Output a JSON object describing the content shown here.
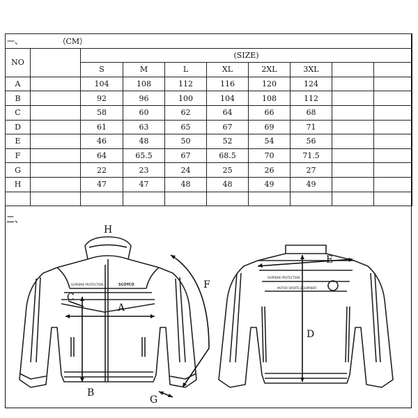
{
  "section1": {
    "number": "一、",
    "unit": "（CM）"
  },
  "table": {
    "no_header": "NO",
    "size_header": "(SIZE)",
    "sizes": [
      "S",
      "M",
      "L",
      "XL",
      "2XL",
      "3XL"
    ],
    "rows": [
      {
        "label": "A",
        "values": [
          "104",
          "108",
          "112",
          "116",
          "120",
          "124"
        ]
      },
      {
        "label": "B",
        "values": [
          "92",
          "96",
          "100",
          "104",
          "108",
          "112"
        ]
      },
      {
        "label": "C",
        "values": [
          "58",
          "60",
          "62",
          "64",
          "66",
          "68"
        ]
      },
      {
        "label": "D",
        "values": [
          "61",
          "63",
          "65",
          "67",
          "69",
          "71"
        ]
      },
      {
        "label": "E",
        "values": [
          "46",
          "48",
          "50",
          "52",
          "54",
          "56"
        ]
      },
      {
        "label": "F",
        "values": [
          "64",
          "65.5",
          "67",
          "68.5",
          "70",
          "71.5"
        ]
      },
      {
        "label": "G",
        "values": [
          "22",
          "23",
          "24",
          "25",
          "26",
          "27"
        ]
      },
      {
        "label": "H",
        "values": [
          "47",
          "47",
          "48",
          "48",
          "49",
          "49"
        ]
      }
    ]
  },
  "section2": {
    "number": "二、"
  },
  "diagram": {
    "front_labels": {
      "H": "H",
      "C": "C",
      "A": "A",
      "F": "F",
      "B": "B",
      "G": "G"
    },
    "back_labels": {
      "E": "E",
      "D": "D"
    },
    "front_print": {
      "protection": "SUPREME PROTECTION",
      "brand": "SCOYCO"
    },
    "back_print": {
      "protection": "SUPREME PROTECTION",
      "equipment": "MOTOR SPORTS EQUIPMENT"
    }
  }
}
